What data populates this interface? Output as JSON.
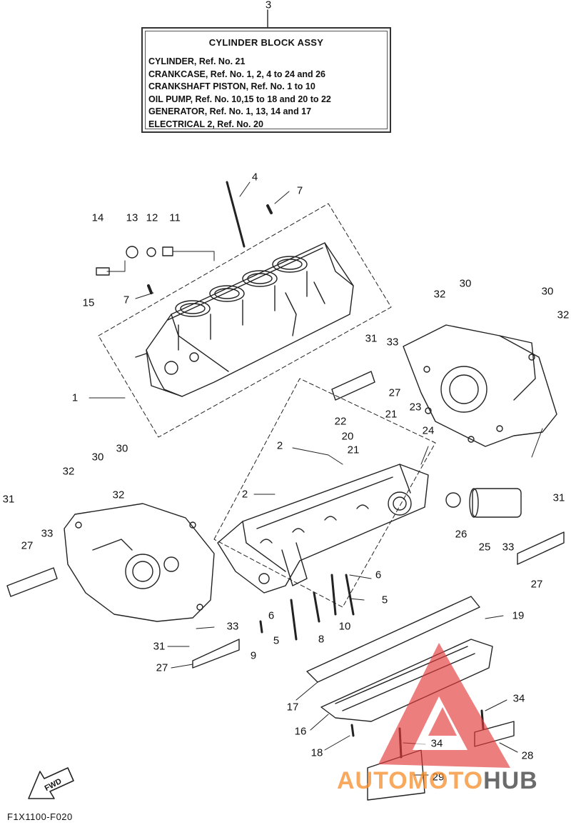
{
  "info_box": {
    "ref_number": "3",
    "title": "CYLINDER BLOCK ASSY",
    "lines": [
      "CYLINDER, Ref. No. 21",
      "CRANKCASE, Ref. No. 1, 2, 4 to 24 and 26",
      "CRANKSHAFT PISTON, Ref. No. 1 to 10",
      "OIL PUMP, Ref. No. 10,15 to 18 and 20 to 22",
      "GENERATOR, Ref. No. 1, 13, 14 and 17",
      "ELECTRICAL 2, Ref. No. 20"
    ]
  },
  "callouts": [
    "4",
    "7",
    "14",
    "13",
    "12",
    "11",
    "15",
    "7",
    "30",
    "32",
    "30",
    "32",
    "31",
    "33",
    "27",
    "1",
    "22",
    "21",
    "23",
    "20",
    "24",
    "21",
    "2",
    "30",
    "30",
    "32",
    "32",
    "2",
    "31",
    "33",
    "27",
    "26",
    "25",
    "31",
    "33",
    "27",
    "6",
    "5",
    "6",
    "10",
    "8",
    "5",
    "9",
    "33",
    "31",
    "27",
    "19",
    "17",
    "34",
    "16",
    "34",
    "28",
    "18",
    "29"
  ],
  "fwd_label": "FWD",
  "diagram_code": "F1X1100-F020",
  "watermark": {
    "part1": "AUTOMOTO",
    "part2": "HUB",
    "color_orange": "#f08a2a",
    "color_red": "#e23a3a",
    "color_gray": "#444444"
  }
}
